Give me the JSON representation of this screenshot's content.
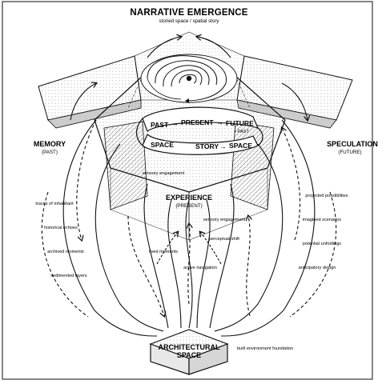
{
  "header": {
    "title": "NARRATIVE EMERGENCE",
    "subtitle": "storied space / spatial story"
  },
  "core": {
    "ribbon_top": [
      "PAST",
      "PRESENT",
      "FUTURE"
    ],
    "ribbon_top_tail": "+ PAST",
    "ribbon_bottom": [
      "SPACE",
      "STORY",
      "SPACE"
    ],
    "arrow": "→"
  },
  "memory": {
    "title": "MEMORY",
    "subtitle": "(PAST)",
    "notes": [
      "traces of inhabitant",
      "historical echoes",
      "archived moments",
      "sedimented layers"
    ]
  },
  "speculation": {
    "title": "SPECULATION",
    "subtitle": "(FUTURE)",
    "notes": [
      "projected possibilities",
      "imagined scenarios",
      "potential unfoldings",
      "anticipatory design"
    ]
  },
  "experience": {
    "title": "EXPERIENCE",
    "subtitle": "(PRESENT)",
    "notes": [
      "sensory engagement",
      "sensory engagement",
      "perceptual shift",
      "lived moments",
      "active navigation"
    ]
  },
  "base": {
    "title_line1": "ARCHITECTURAL",
    "title_line2": "SPACE",
    "note": "built environment foundation"
  }
}
